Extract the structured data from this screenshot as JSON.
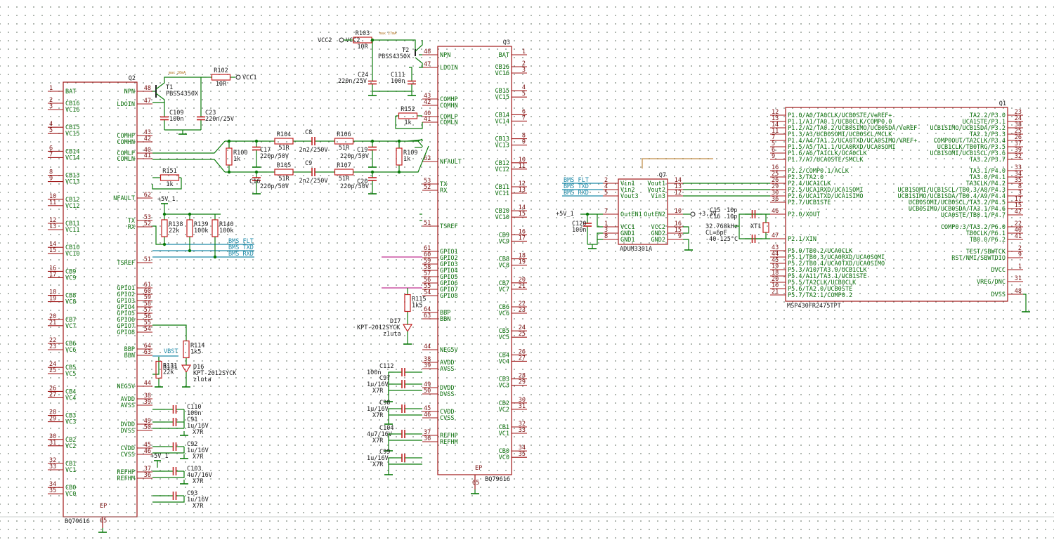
{
  "q2": {
    "ref": "Q2",
    "part": "BQ79616",
    "ep": "EP",
    "gnd_pin": "65",
    "left": [
      [
        "1",
        "BAT"
      ],
      [
        "2",
        "CB16"
      ],
      [
        "3",
        "VC16"
      ],
      [
        "4",
        "CB15"
      ],
      [
        "5",
        "VC15"
      ],
      [
        "6",
        "CB14"
      ],
      [
        "7",
        "VC14"
      ],
      [
        "8",
        "CB13"
      ],
      [
        "9",
        "VC13"
      ],
      [
        "10",
        "CB12"
      ],
      [
        "11",
        "VC12"
      ],
      [
        "12",
        "CB11"
      ],
      [
        "13",
        "VC11"
      ],
      [
        "14",
        "CB10"
      ],
      [
        "15",
        "VC10"
      ],
      [
        "16",
        "CB9"
      ],
      [
        "17",
        "VC9"
      ],
      [
        "18",
        "CB8"
      ],
      [
        "19",
        "VC8"
      ],
      [
        "20",
        "CB7"
      ],
      [
        "21",
        "VC7"
      ],
      [
        "22",
        "CB6"
      ],
      [
        "23",
        "VC6"
      ],
      [
        "24",
        "CB5"
      ],
      [
        "25",
        "VC5"
      ],
      [
        "26",
        "CB4"
      ],
      [
        "27",
        "VC4"
      ],
      [
        "28",
        "CB3"
      ],
      [
        "29",
        "VC3"
      ],
      [
        "30",
        "CB2"
      ],
      [
        "31",
        "VC2"
      ],
      [
        "32",
        "CB1"
      ],
      [
        "33",
        "VC1"
      ],
      [
        "34",
        "CB0"
      ],
      [
        "35",
        "VC0"
      ]
    ],
    "right": [
      [
        "48",
        "NPN"
      ],
      [
        "47",
        "LDOIN"
      ],
      [
        "43",
        "COMHP"
      ],
      [
        "42",
        "COMHN"
      ],
      [
        "40",
        "COMLP"
      ],
      [
        "41",
        "COMLN"
      ],
      [
        "62",
        "NFAULT"
      ],
      [
        "53",
        "TX"
      ],
      [
        "52",
        "RX"
      ],
      [
        "51",
        "TSREF"
      ],
      [
        "61",
        "GPIO1"
      ],
      [
        "60",
        "GPIO2"
      ],
      [
        "59",
        "GPIO3"
      ],
      [
        "58",
        "GPIO4"
      ],
      [
        "57",
        "GPIO5"
      ],
      [
        "56",
        "GPIO6"
      ],
      [
        "55",
        "GPIO7"
      ],
      [
        "54",
        "GPIO8"
      ],
      [
        "64",
        "BBP"
      ],
      [
        "63",
        "BBN"
      ],
      [
        "44",
        "NEG5V"
      ],
      [
        "38",
        "AVDD"
      ],
      [
        "39",
        "AVSS"
      ],
      [
        "49",
        "DVDD"
      ],
      [
        "50",
        "DVSS"
      ],
      [
        "45",
        "CVDD"
      ],
      [
        "46",
        "CVSS"
      ],
      [
        "37",
        "REFHP"
      ],
      [
        "36",
        "REFHM"
      ]
    ]
  },
  "q3": {
    "ref": "Q3",
    "part": "BQ79616",
    "ep": "EP",
    "gnd_pin": "65",
    "left": [
      [
        "48",
        "NPN"
      ],
      [
        "47",
        "LDOIN"
      ],
      [
        "43",
        "COMHP"
      ],
      [
        "42",
        "COMHN"
      ],
      [
        "40",
        "COMLP"
      ],
      [
        "41",
        "COMLN"
      ],
      [
        "62",
        "NFAULT"
      ],
      [
        "53",
        "TX"
      ],
      [
        "52",
        "RX"
      ],
      [
        "51",
        "TSREF"
      ],
      [
        "61",
        "GPIO1"
      ],
      [
        "60",
        "GPIO2"
      ],
      [
        "59",
        "GPIO3"
      ],
      [
        "58",
        "GPIO4"
      ],
      [
        "57",
        "GPIO5"
      ],
      [
        "56",
        "GPIO6"
      ],
      [
        "55",
        "GPIO7"
      ],
      [
        "54",
        "GPIO8"
      ],
      [
        "64",
        "BBP"
      ],
      [
        "63",
        "BBN"
      ],
      [
        "44",
        "NEG5V"
      ],
      [
        "38",
        "AVDD"
      ],
      [
        "39",
        "AVSS"
      ],
      [
        "49",
        "DVDD"
      ],
      [
        "50",
        "DVSS"
      ],
      [
        "45",
        "CVDD"
      ],
      [
        "46",
        "CVSS"
      ],
      [
        "37",
        "REFHP"
      ],
      [
        "36",
        "REFHM"
      ]
    ],
    "right": [
      [
        "1",
        "BAT"
      ],
      [
        "2",
        "CB16"
      ],
      [
        "3",
        "VC16"
      ],
      [
        "4",
        "CB15"
      ],
      [
        "5",
        "VC15"
      ],
      [
        "6",
        "CB14"
      ],
      [
        "7",
        "VC14"
      ],
      [
        "8",
        "CB13"
      ],
      [
        "9",
        "VC13"
      ],
      [
        "10",
        "CB12"
      ],
      [
        "11",
        "VC12"
      ],
      [
        "12",
        "CB11"
      ],
      [
        "13",
        "VC11"
      ],
      [
        "14",
        "CB10"
      ],
      [
        "15",
        "VC10"
      ],
      [
        "16",
        "CB9"
      ],
      [
        "17",
        "VC9"
      ],
      [
        "18",
        "CB8"
      ],
      [
        "19",
        "VC8"
      ],
      [
        "20",
        "CB7"
      ],
      [
        "21",
        "VC7"
      ],
      [
        "22",
        "CB6"
      ],
      [
        "23",
        "VC6"
      ],
      [
        "24",
        "CB5"
      ],
      [
        "25",
        "VC5"
      ],
      [
        "26",
        "CB4"
      ],
      [
        "27",
        "VC4"
      ],
      [
        "28",
        "CB3"
      ],
      [
        "29",
        "VC3"
      ],
      [
        "30",
        "CB2"
      ],
      [
        "31",
        "VC2"
      ],
      [
        "32",
        "CB1"
      ],
      [
        "33",
        "VC1"
      ],
      [
        "34",
        "CB0"
      ],
      [
        "35",
        "VC0"
      ]
    ]
  },
  "q7": {
    "ref": "Q7",
    "part": "ADUM3301A",
    "left": [
      [
        "2",
        "Vin1"
      ],
      [
        "4",
        "Vin2"
      ],
      [
        "5",
        "Vout3"
      ],
      [
        "7",
        "OutEN1"
      ],
      [
        "1",
        "VCC1"
      ],
      [
        "3",
        "GND1"
      ],
      [
        "8",
        "GND1"
      ]
    ],
    "right": [
      [
        "14",
        "Vout1"
      ],
      [
        "13",
        "Vout2"
      ],
      [
        "12",
        "Vin3"
      ],
      [
        "10",
        "OutEN2"
      ],
      [
        "16",
        "VCC2"
      ],
      [
        "15",
        "GND2"
      ],
      [
        "9",
        "GND2"
      ]
    ]
  },
  "q1": {
    "ref": "Q1",
    "part": "MSP430FR2475TPT",
    "left": [
      [
        "12",
        "P1.0/A0/TA0CLK/UCB0STE/VeREF+"
      ],
      [
        "13",
        "P1.1/A1/TA0.1/UCB0CLK/COMP0.0"
      ],
      [
        "14",
        "P1.2/A2/TA0.2/UCB0SIMO/UCB0SDA/VeREF-"
      ],
      [
        "11",
        "P1.3/A3/UCB0SOMI/UCB0SCL/MCLK"
      ],
      [
        "7",
        "P1.4/A4/TA1.2/UCA0TXD/UCA0SIMO/VREF+"
      ],
      [
        "5",
        "P1.5/A5/TA1.1/UCA0RXD/UCA0SOMI"
      ],
      [
        "6",
        "P1.6/A6/TA1CLK/UCA0CLK"
      ],
      [
        "9",
        "P1.7/A7/UCA0STE/SMCLK"
      ],
      [
        "16",
        "P2.2/COMP0.1/ACLK"
      ],
      [
        "25",
        "P2.3/TA2.0"
      ],
      [
        "26",
        "P2.4/UCA1CLK"
      ],
      [
        "29",
        "P2.5/UCA1RXD/UCA1SOMI"
      ],
      [
        "30",
        "P2.6/UCA1TXD/UCA1SIMO"
      ],
      [
        "36",
        "P2.7/UCB1STE"
      ],
      [
        "46",
        "P2.0/XOUT"
      ],
      [
        "47",
        "P2.1/XIN"
      ],
      [
        "43",
        "P5.0/TB0.2/UCA0CLK"
      ],
      [
        "44",
        "P5.1/TB0.3/UCA0RXD/UCA0SOMI"
      ],
      [
        "45",
        "P5.2/TB0.4/UCA0TXD/UCA0SIMO"
      ],
      [
        "19",
        "P5.3/A10/TA3.0/UCB1CLK"
      ],
      [
        "18",
        "P5.4/A11/TA3.1/UCB1STE"
      ],
      [
        "20",
        "P5.5/TA2CLK/UCB0CLK"
      ],
      [
        "10",
        "P5.6/TA2.0/UCB0STE"
      ],
      [
        "21",
        "P5.7/TA2.1/COMP0.2"
      ]
    ],
    "right": [
      [
        "23",
        "TA2.2/P3.0"
      ],
      [
        "24",
        "UCA1STE/P3.1"
      ],
      [
        "38",
        "UCB1SIMO/UCB1SDA/P3.2"
      ],
      [
        "25",
        "TA2.1/P3.3"
      ],
      [
        "26",
        "COMP0OUT/TA2CLK/P3.4"
      ],
      [
        "37",
        "UCB1CLK/TB0TRG/P3.5"
      ],
      [
        "39",
        "UCB1SOMI/UCB1SCL/P3.6"
      ],
      [
        "32",
        "TA3.2/P3.7"
      ],
      [
        "33",
        "TA3.1/P4.0"
      ],
      [
        "34",
        "TA3.0/P4.1"
      ],
      [
        "35",
        "TA3CLK/P4.2"
      ],
      [
        "8",
        "UCB1SOMI/UCB1SCL/TB0.3/A8/P4.3"
      ],
      [
        "3",
        "UCB1SIMO/UCB1SDA/TB0.4/A9/P4.4"
      ],
      [
        "17",
        "UCB0SOMI/UCB0SCL/TA3.2/P4.5"
      ],
      [
        "15",
        "UCB0SIMO/UCB0SDA/TA3.1/P4.6"
      ],
      [
        "42",
        "UCA0STE/TB0.1/P4.7"
      ],
      [
        "22",
        "COMP0.3/TA3.2/P6.0"
      ],
      [
        "40",
        "TB0CLK/P6.1"
      ],
      [
        "41",
        "TB0.0/P6.2"
      ],
      [
        "2",
        "TEST/SBWTCK"
      ],
      [
        "9",
        "RST/NMI/SBWTDIO"
      ],
      [
        "1",
        "DVCC"
      ],
      [
        "31",
        "VREG/DNC"
      ],
      [
        "48",
        "DVSS"
      ]
    ]
  },
  "refs": {
    "t1": "T1",
    "t1_part": "PBSS4350X",
    "r102": "R102",
    "r102_val": "10R",
    "vcc1": "VCC1",
    "c109": "C109",
    "c109_val": "100n",
    "c23": "C23",
    "c23_val": "220n/25V",
    "note_ma": "max 20mA",
    "t2": "T2",
    "t2_part": "PBSS4350X",
    "r103": "R103",
    "r103_val": "10R",
    "vcc2": "VCC2",
    "c24": "C24",
    "c24_val": "220n/25V",
    "c111": "C111",
    "c111_val": "100n",
    "note_ma2": "max 27mA",
    "r152": "R152",
    "r152_val": "1k",
    "r151": "R151",
    "r151_val": "1k",
    "r100": "R100",
    "r100_val": "1k",
    "c17": "C17",
    "c17_val": "220p/50V",
    "c16": "C16",
    "c16_val": "220p/50V",
    "r104": "R104",
    "r104_val": "51R",
    "r105": "R105",
    "r105_val": "51R",
    "c8": "C8",
    "c8_val": "2n2/250V",
    "c9": "C9",
    "c9_val": "2n2/250V",
    "r106": "R106",
    "r106_val": "51R",
    "r107": "R107",
    "r107_val": "51R",
    "c19": "C19",
    "c19_val": "220p/50V",
    "c20": "C20",
    "c20_val": "220p/50V",
    "r109": "R109",
    "r109_val": "1k",
    "p5v": "+5V_1",
    "r138": "R138",
    "r138_val": "22k",
    "r139": "R139",
    "r139_val": "100k",
    "r140": "R140",
    "r140_val": "100k",
    "r114": "R114",
    "r114_val": "1k5",
    "r131": "R131",
    "r131_val": "22k",
    "vbst": "VBST",
    "d16": "D16",
    "d16_part": "KPT-2012SYCK",
    "d_color": "zluta",
    "r115": "R115",
    "r115_val": "1k5",
    "d17": "D17",
    "d17_part": "KPT-2012SYCK",
    "c110": "C110",
    "c110_val": "100n",
    "c91": "C91",
    "c91_val": "1u/16V",
    "x7r": "X7R",
    "c92": "C92",
    "c92_val": "1u/16V",
    "c103": "C103",
    "c103_val": "4u7/16V",
    "c93": "C93",
    "c93_val": "1u/16V",
    "c112": "C112",
    "c112_val": "100n",
    "c97": "C97",
    "c97_val": "1u/16V",
    "c98": "C98",
    "c98_val": "1u/16V",
    "c104": "C104",
    "c104_val": "4u7/16V",
    "c99": "C99",
    "c99_val": "1u/16V",
    "c120": "C120",
    "c120_val": "100n",
    "p33": "+3,3V",
    "c15": "C15",
    "c15_val": "10p",
    "c16b": "C16",
    "c16b_val": "10p",
    "xt1": "XT1",
    "xt_freq": "32.768kHz",
    "xt_cl": "CL=6pF",
    "xt_temp": "-40-125°C"
  },
  "nets": {
    "flt": "BMS_FLT",
    "txd": "BMS_TXD",
    "rxd": "BMS_RXD"
  }
}
